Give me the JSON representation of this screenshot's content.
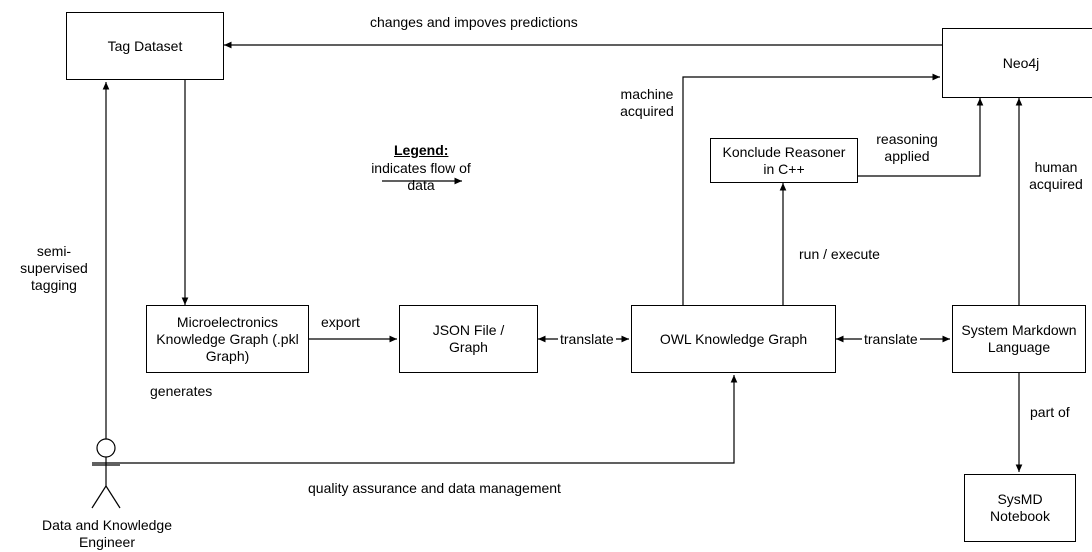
{
  "nodes": {
    "tag_dataset": "Tag Dataset",
    "neo4j": "Neo4j",
    "konclude": "Konclude Reasoner in C++",
    "micro_kg": "Microelectronics Knowledge Graph (.pkl Graph)",
    "json_file": "JSON File / Graph",
    "owl_kg": "OWL Knowledge Graph",
    "sysml": "System Markdown Language",
    "sysmd": "SysMD Notebook"
  },
  "edges": {
    "changes": "changes and impoves predictions",
    "machine_acquired": "machine acquired",
    "reasoning_applied": "reasoning applied",
    "human_acquired": "human acquired",
    "run_execute": "run / execute",
    "export": "export",
    "translate_1": "translate",
    "translate_2": "translate",
    "part_of": "part of",
    "semi_supervised": "semi-supervised tagging",
    "generates": "generates",
    "quality": "quality assurance and data management"
  },
  "legend": {
    "title": "Legend:",
    "text": "indicates flow of data"
  },
  "actor": {
    "label": "Data and Knowledge Engineer"
  }
}
